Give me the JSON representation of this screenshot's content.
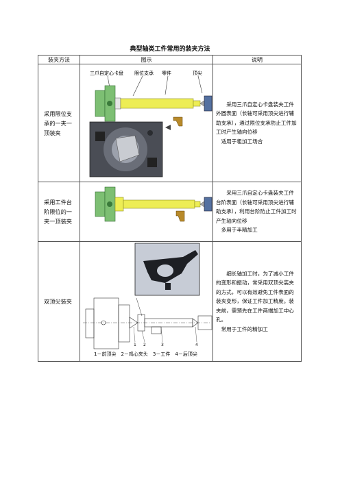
{
  "title": "典型轴类工件常用的装夹方法",
  "headers": {
    "method": "装夹方法",
    "figure": "图示",
    "description": "说明"
  },
  "rows": [
    {
      "method": "采用限位支承的一夹一顶装夹",
      "labels": [
        "三爪自定心卡盘",
        "限位支承",
        "零件",
        "顶尖"
      ],
      "desc": "采用三爪自定心卡盘装夹工件外圆表面（长轴可采用顶尖进行辅助支承），通过限位支承防止工件加工时产生轴向位移",
      "tip": "适用于粗加工场合"
    },
    {
      "method": "采用工件台阶限位的一夹一顶装夹",
      "desc": "采用三爪自定心卡盘装夹工件台阶表面（长轴可采用顶尖进行辅助支承），利用台阶防止工件加工时产生轴向位移",
      "tip": "多用于半精加工"
    },
    {
      "method": "双顶尖装夹",
      "caption": "1－前顶尖　2－鸡心夹头　3－工件　4－后顶尖",
      "numbers": [
        "1",
        "2",
        "3",
        "4"
      ],
      "desc": "细长轴加工时，为了减小工件的变形和振动，常采用双顶尖装夹的方式，可以有效避免工件表面的装夹变形，保证工件加工精度。装夹前，需预先在工件两端加工中心孔。",
      "tip": "常用于工件的精加工"
    }
  ],
  "colors": {
    "chuck": "#7dbf73",
    "workpiece": "#eded55",
    "tailstock": "#5470a0",
    "tool": "#b88a2a"
  }
}
